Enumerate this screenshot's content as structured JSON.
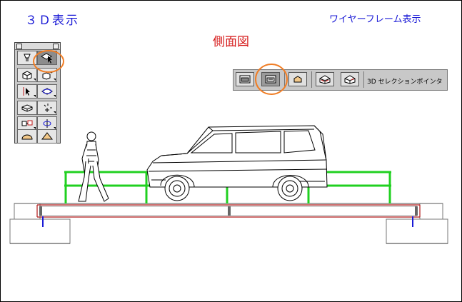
{
  "labels": {
    "view_mode": "３Ｄ表示",
    "render_mode": "ワイヤーフレーム表示",
    "view_name": "側面図"
  },
  "toolbar": {
    "selection_pointer_label": "3D セレクションポインタ"
  },
  "palette": {
    "tools": [
      "lamp-icon",
      "pointer-3d-icon",
      "box-icon",
      "box-pointer-icon",
      "move-pointer-icon",
      "rotate-plane-icon",
      "flat-slab-icon",
      "sparkle-move-icon",
      "group-boxes-icon",
      "rotate-axis-icon",
      "dome-icon",
      "cone-icon"
    ]
  },
  "colors": {
    "blue_label": "#1a1ad6",
    "red_label": "#d61a1a",
    "highlight_circle": "#f07d24",
    "railing": "#20d020",
    "beam": "#b01818",
    "post": "#1a1ad6"
  }
}
